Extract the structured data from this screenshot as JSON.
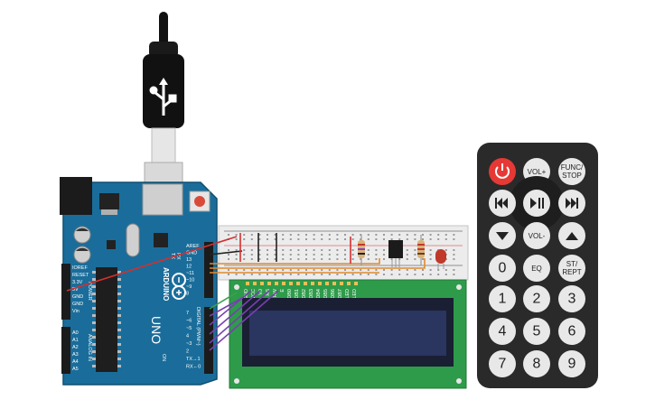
{
  "arduino": {
    "brand": "ARDUINO",
    "model": "UNO",
    "digital_label": "DIGITAL (PWM~)",
    "power_label": "POWER",
    "analog_label": "ANALOG IN",
    "power_pins": [
      "IOREF",
      "RESET",
      "3.3V",
      "5V",
      "GND",
      "GND",
      "Vin"
    ],
    "analog_pins": [
      "A0",
      "A1",
      "A2",
      "A3",
      "A4",
      "A5"
    ],
    "header_top": [
      "AREF",
      "GND",
      "13",
      "12",
      "~11",
      "~10",
      "~9",
      "8"
    ],
    "header_bottom": [
      "7",
      "~6",
      "~5",
      "4",
      "~3",
      "2",
      "TX→1",
      "RX←0"
    ],
    "tx_label": "TX",
    "rx_label": "RX",
    "on_label": "ON",
    "l_label": "L"
  },
  "lcd": {
    "pin_labels": [
      "GND",
      "VCC",
      "V0",
      "RS",
      "RW",
      "E",
      "DB0",
      "DB1",
      "DB2",
      "DB3",
      "DB4",
      "DB5",
      "DB6",
      "DB7",
      "LED",
      "LED"
    ]
  },
  "remote": {
    "power_icon": "power-icon",
    "vol_up": "VOL+",
    "func_stop": "FUNC/\nSTOP",
    "func_line1": "FUNC/",
    "func_line2": "STOP",
    "vol_down": "VOL-",
    "eq": "EQ",
    "st_line1": "ST/",
    "st_line2": "REPT",
    "digits": [
      "0",
      "1",
      "2",
      "3",
      "4",
      "5",
      "6",
      "7",
      "8",
      "9"
    ]
  },
  "colors": {
    "arduino_board": "#1a6d9a",
    "lcd_board": "#2e9b4a",
    "lcd_screen": "#2a3560",
    "remote_body": "#2a2a2a",
    "power_key": "#e53935",
    "wire_red": "#d32f2f",
    "wire_orange": "#e08a2c",
    "wire_purple": "#7a3fb0",
    "wire_green": "#3aa24a",
    "wire_black": "#222222",
    "led_red": "#c0392b"
  }
}
